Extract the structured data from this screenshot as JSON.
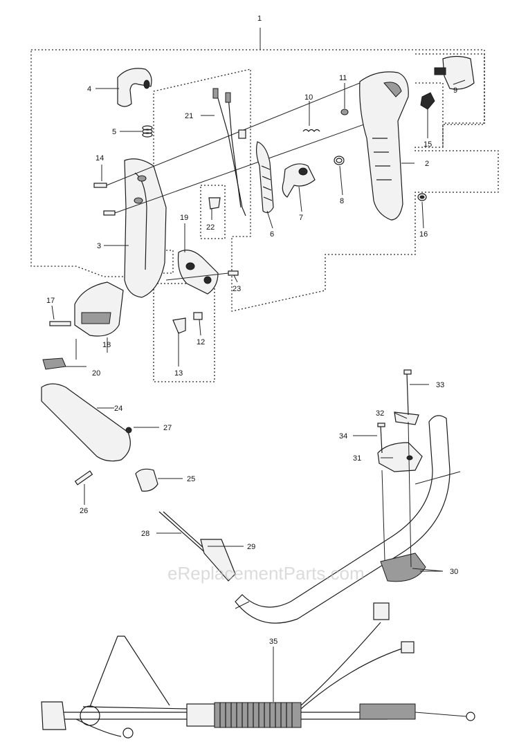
{
  "watermark": "eReplacementParts.com",
  "callouts": [
    {
      "id": "1",
      "text": "1"
    },
    {
      "id": "2",
      "text": "2"
    },
    {
      "id": "3",
      "text": "3"
    },
    {
      "id": "4",
      "text": "4"
    },
    {
      "id": "5",
      "text": "5"
    },
    {
      "id": "6",
      "text": "6"
    },
    {
      "id": "7",
      "text": "7"
    },
    {
      "id": "8",
      "text": "8"
    },
    {
      "id": "9",
      "text": "9"
    },
    {
      "id": "10",
      "text": "10"
    },
    {
      "id": "11",
      "text": "11"
    },
    {
      "id": "12",
      "text": "12"
    },
    {
      "id": "13",
      "text": "13"
    },
    {
      "id": "14",
      "text": "14"
    },
    {
      "id": "15",
      "text": "15"
    },
    {
      "id": "16",
      "text": "16"
    },
    {
      "id": "17",
      "text": "17"
    },
    {
      "id": "18",
      "text": "18"
    },
    {
      "id": "19",
      "text": "19"
    },
    {
      "id": "20",
      "text": "20"
    },
    {
      "id": "21",
      "text": "21"
    },
    {
      "id": "22",
      "text": "22"
    },
    {
      "id": "23",
      "text": "23"
    },
    {
      "id": "24",
      "text": "24"
    },
    {
      "id": "25",
      "text": "25"
    },
    {
      "id": "26",
      "text": "26"
    },
    {
      "id": "27",
      "text": "27"
    },
    {
      "id": "28",
      "text": "28"
    },
    {
      "id": "29",
      "text": "29"
    },
    {
      "id": "30",
      "text": "30"
    },
    {
      "id": "31",
      "text": "31"
    },
    {
      "id": "32",
      "text": "32"
    },
    {
      "id": "33",
      "text": "33"
    },
    {
      "id": "34",
      "text": "34"
    },
    {
      "id": "35",
      "text": "35"
    }
  ]
}
